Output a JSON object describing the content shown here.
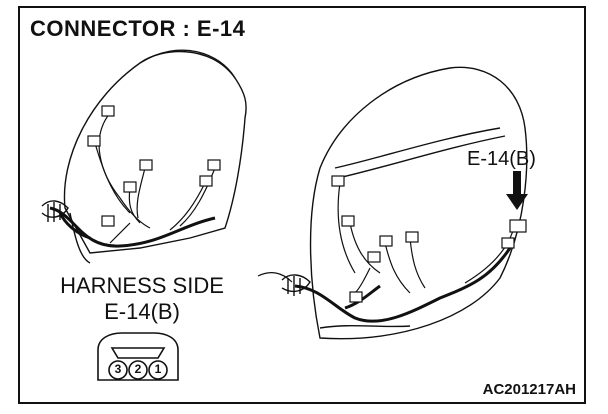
{
  "diagram": {
    "title": "CONNECTOR : E-14",
    "callout_label": "E-14(B)",
    "harness_side_line1": "HARNESS SIDE",
    "harness_side_line2": "E-14(B)",
    "connector_pins": [
      "3",
      "2",
      "1"
    ],
    "reference_code": "AC201217AH"
  }
}
